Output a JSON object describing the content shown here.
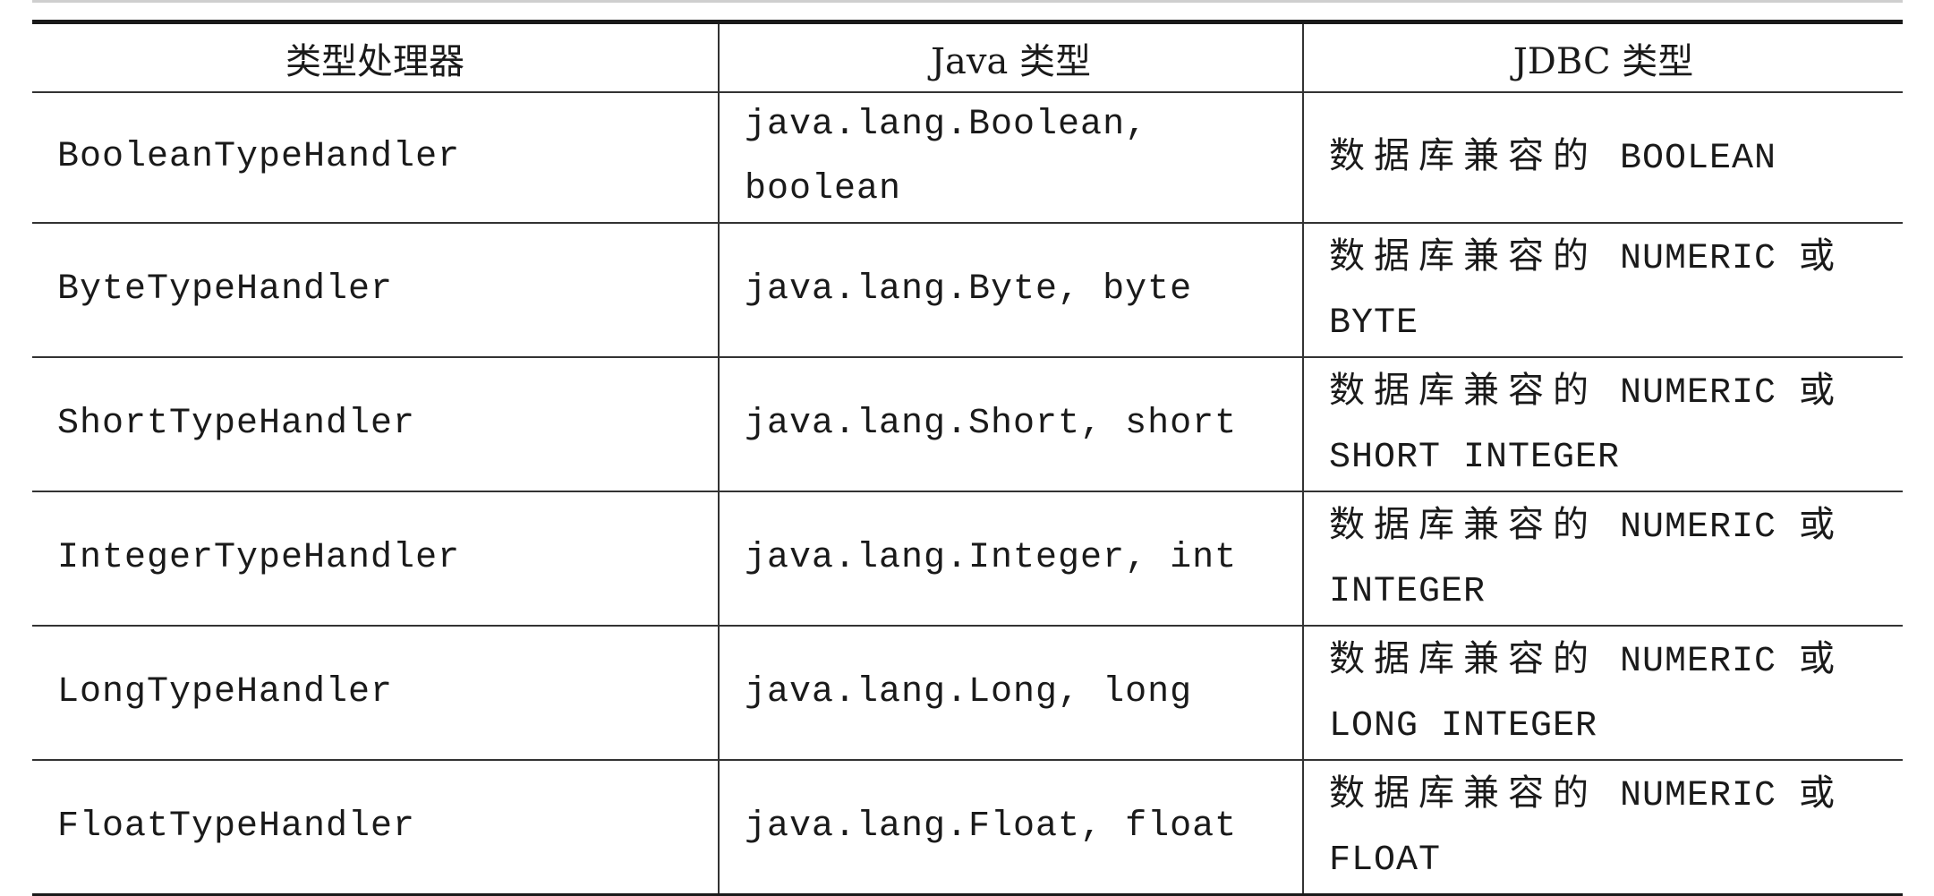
{
  "table": {
    "headers": [
      "类型处理器",
      "Java 类型",
      "JDBC 类型"
    ],
    "rows": [
      {
        "handler": "BooleanTypeHandler",
        "java_type": "java.lang.Boolean, boolean",
        "jdbc_prefix": "数据库兼容的",
        "jdbc_value": " BOOLEAN"
      },
      {
        "handler": "ByteTypeHandler",
        "java_type": "java.lang.Byte, byte",
        "jdbc_prefix": "数据库兼容的",
        "jdbc_value": " NUMERIC 或 BYTE"
      },
      {
        "handler": "ShortTypeHandler",
        "java_type": "java.lang.Short, short",
        "jdbc_prefix": "数据库兼容的",
        "jdbc_value": " NUMERIC 或 SHORT INTEGER"
      },
      {
        "handler": "IntegerTypeHandler",
        "java_type": "java.lang.Integer, int",
        "jdbc_prefix": "数据库兼容的",
        "jdbc_value": " NUMERIC 或 INTEGER"
      },
      {
        "handler": "LongTypeHandler",
        "java_type": "java.lang.Long, long",
        "jdbc_prefix": "数据库兼容的",
        "jdbc_value": " NUMERIC 或 LONG INTEGER"
      },
      {
        "handler": "FloatTypeHandler",
        "java_type": "java.lang.Float, float",
        "jdbc_prefix": "数据库兼容的",
        "jdbc_value": " NUMERIC 或 FLOAT"
      }
    ]
  }
}
